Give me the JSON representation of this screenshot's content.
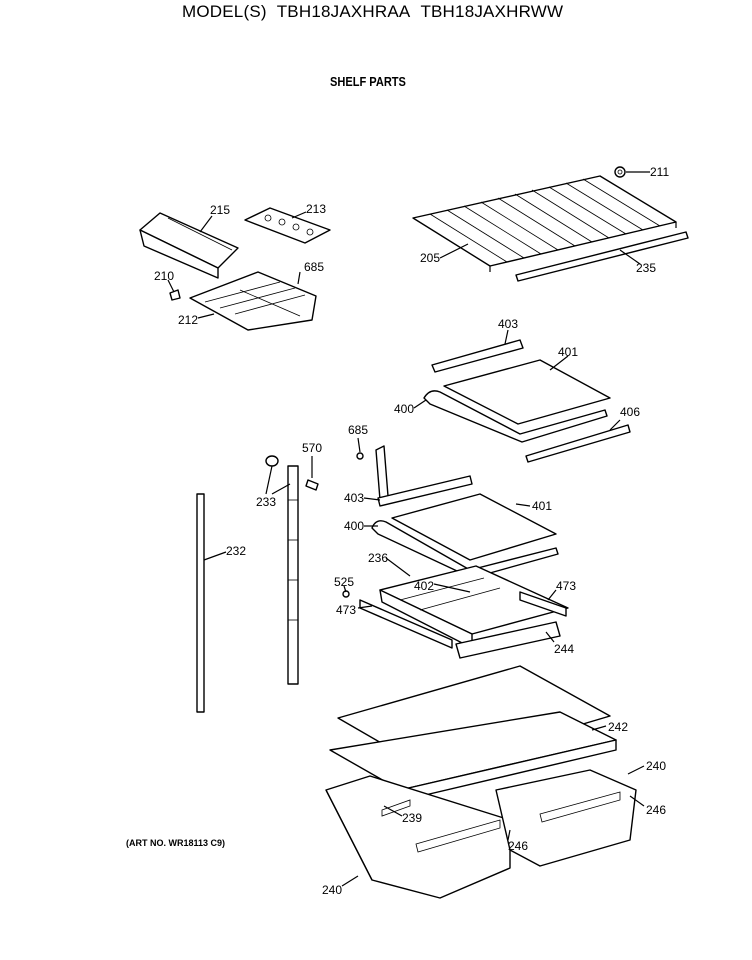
{
  "header": {
    "model_prefix": "MODEL(S)",
    "model_1": "TBH18JAXHRAA",
    "model_2": "TBH18JAXHRWW",
    "section": "SHELF PARTS"
  },
  "art_number": "(ART NO. WR18113 C9)",
  "callouts": {
    "c211": "211",
    "c215": "215",
    "c213": "213",
    "c205": "205",
    "c235": "235",
    "c210": "210",
    "c685a": "685",
    "c212": "212",
    "c403a": "403",
    "c401a": "401",
    "c400a": "400",
    "c406": "406",
    "c685b": "685",
    "c570": "570",
    "c233": "233",
    "c403b": "403",
    "c401b": "401",
    "c232": "232",
    "c400b": "400",
    "c236": "236",
    "c402": "402",
    "c473a": "473",
    "c525": "525",
    "c473b": "473",
    "c244": "244",
    "c242": "242",
    "c240a": "240",
    "c246a": "246",
    "c239": "239",
    "c246b": "246",
    "c240b": "240"
  }
}
